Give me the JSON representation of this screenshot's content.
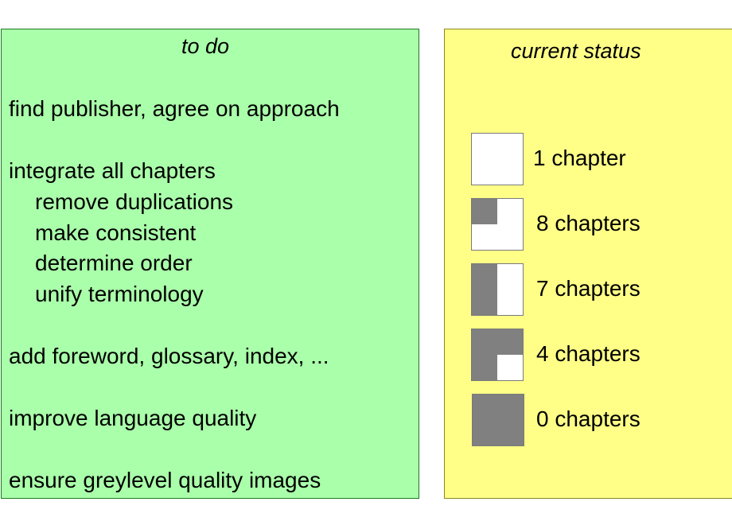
{
  "todo": {
    "heading": "to do",
    "tasks": [
      "find publisher, agree on approach",
      "integrate all chapters",
      "remove duplications",
      "make consistent",
      "determine order",
      "unify terminology",
      "add foreword, glossary, index, ...",
      "improve language quality",
      "ensure greylevel quality images"
    ]
  },
  "status": {
    "heading": "current status",
    "items": [
      {
        "label": "1 chapter",
        "fill_quarters": 0
      },
      {
        "label": "8 chapters",
        "fill_quarters": 1
      },
      {
        "label": "7 chapters",
        "fill_quarters": 2
      },
      {
        "label": "4 chapters",
        "fill_quarters": 3
      },
      {
        "label": "0 chapters",
        "fill_quarters": 4
      }
    ]
  },
  "colors": {
    "todo_panel": "#aaffaa",
    "status_panel": "#ffff88",
    "fill_grey": "#808080"
  }
}
